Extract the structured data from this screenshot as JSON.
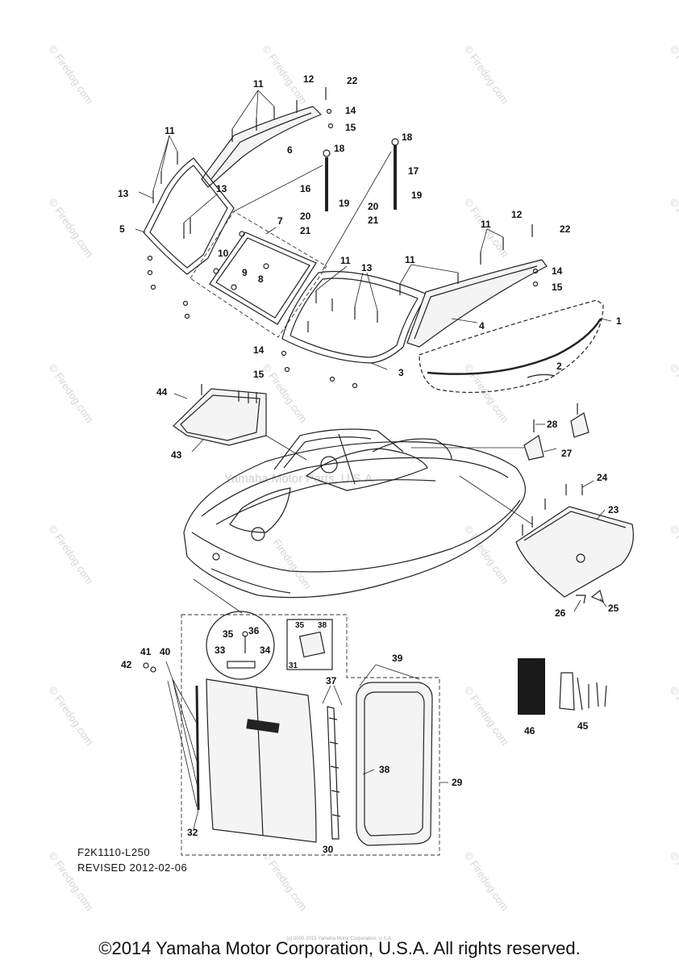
{
  "drawing_code": "F2K1110-L250",
  "revised": "REVISED 2012-02-06",
  "copyright": "©2014 Yamaha Motor Corporation, U.S.A. All rights reserved.",
  "tiny_copyright": "(c) 2000-2015 Yamaha Motor Corporation, U.S.A.",
  "watermark_center": "Yamaha Motor Parts, U.S.A.",
  "watermark": "© Firedog.com",
  "watermark_hull": "Firedog.com",
  "callouts": {
    "c1": "1",
    "c2": "2",
    "c3": "3",
    "c4": "4",
    "c5": "5",
    "c6": "6",
    "c7": "7",
    "c8": "8",
    "c9": "9",
    "c10": "10",
    "c11": "11",
    "c12": "12",
    "c13": "13",
    "c14": "14",
    "c15": "15",
    "c16": "16",
    "c17": "17",
    "c18": "18",
    "c19": "19",
    "c20": "20",
    "c21": "21",
    "c22": "22",
    "c23": "23",
    "c24": "24",
    "c25": "25",
    "c26": "26",
    "c27": "27",
    "c28": "28",
    "c29": "29",
    "c30": "30",
    "c31": "31",
    "c32": "32",
    "c33": "33",
    "c34": "34",
    "c35": "35",
    "c36": "36",
    "c37": "37",
    "c38": "38",
    "c39": "39",
    "c40": "40",
    "c41": "41",
    "c42": "42",
    "c43": "43",
    "c44": "44",
    "c45": "45",
    "c46": "46"
  }
}
